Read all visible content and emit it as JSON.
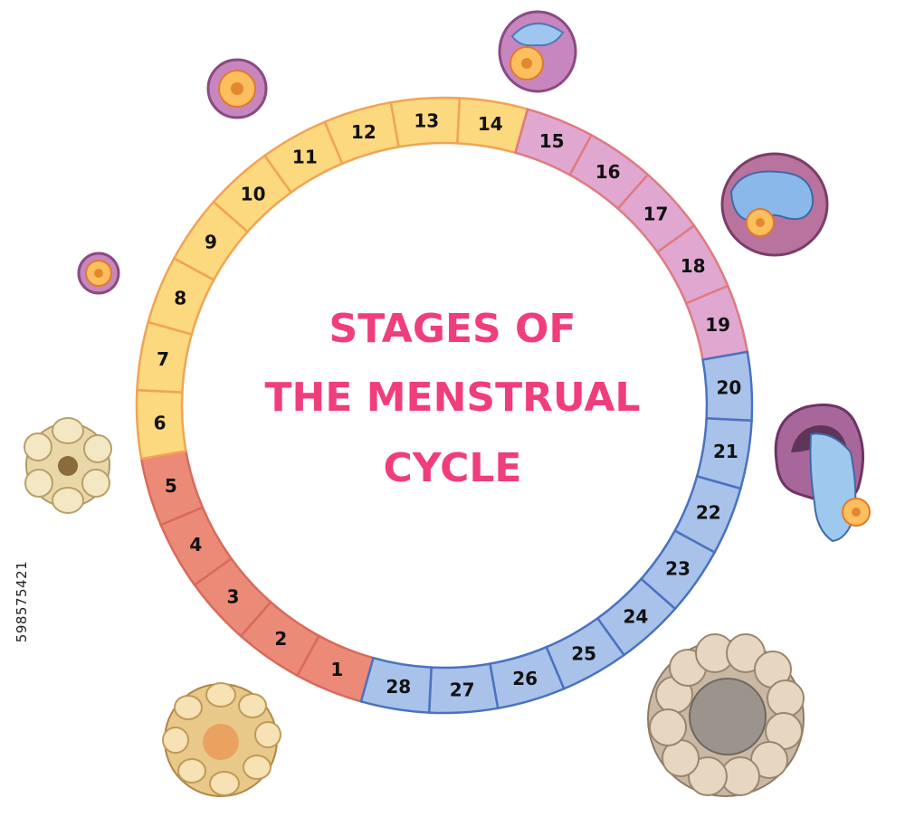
{
  "title": {
    "line1": "STAGES OF",
    "line2": "THE MENSTRUAL",
    "line3": "CYCLE"
  },
  "cycle": {
    "days": [
      "1",
      "2",
      "3",
      "4",
      "5",
      "6",
      "7",
      "8",
      "9",
      "10",
      "11",
      "12",
      "13",
      "14",
      "15",
      "16",
      "17",
      "18",
      "19",
      "20",
      "21",
      "22",
      "23",
      "24",
      "25",
      "26",
      "27",
      "28"
    ],
    "phases": [
      {
        "days": [
          1,
          5
        ],
        "fill": "#ec8a78",
        "stroke": "#d86a5c"
      },
      {
        "days": [
          6,
          14
        ],
        "fill": "#fcd87e",
        "stroke": "#f0a455"
      },
      {
        "days": [
          15,
          19
        ],
        "fill": "#e0a8d0",
        "stroke": "#e07a80"
      },
      {
        "days": [
          20,
          28
        ],
        "fill": "#a9c2ea",
        "stroke": "#4a72c0"
      }
    ]
  },
  "stock_id": "598575421"
}
